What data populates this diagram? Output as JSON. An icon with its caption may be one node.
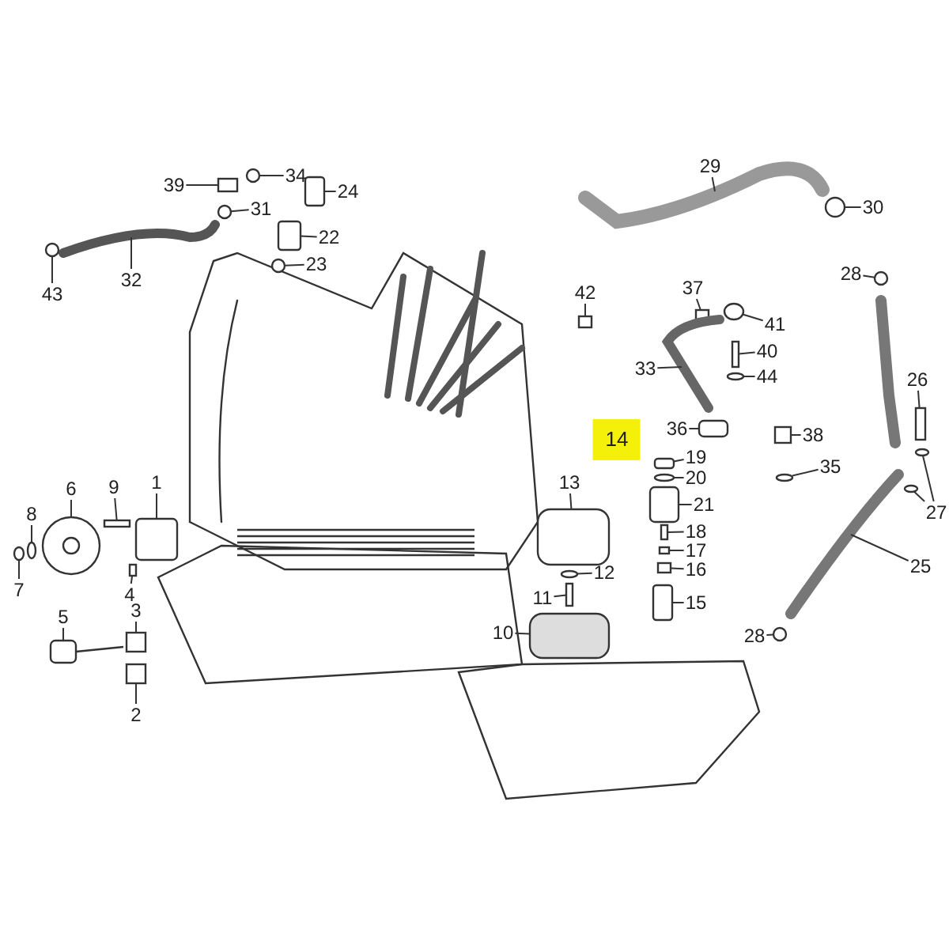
{
  "diagram": {
    "nodes": [
      {
        "text": [
          "29"
        ]
      },
      {
        "text": [
          "34"
        ]
      },
      {
        "text": [
          "39"
        ]
      },
      {
        "text": [
          "24"
        ]
      },
      {
        "text": [
          "31"
        ]
      },
      {
        "text": [
          "30"
        ]
      },
      {
        "text": [
          "22"
        ]
      },
      {
        "text": [
          "23"
        ]
      },
      {
        "text": [
          "28"
        ]
      },
      {
        "text": [
          "32"
        ]
      },
      {
        "text": [
          "42"
        ]
      },
      {
        "text": [
          "37"
        ]
      },
      {
        "text": [
          "43"
        ]
      },
      {
        "text": [
          "41"
        ]
      },
      {
        "text": [
          "40"
        ]
      },
      {
        "text": [
          "33"
        ]
      },
      {
        "text": [
          "44"
        ]
      },
      {
        "text": [
          "26"
        ]
      },
      {
        "text": [
          "36"
        ]
      },
      {
        "text": [
          "38"
        ]
      },
      {
        "text": [
          "19"
        ]
      },
      {
        "text": [
          "1"
        ]
      },
      {
        "text": [
          "6"
        ]
      },
      {
        "text": [
          "9"
        ]
      },
      {
        "text": [
          "13"
        ]
      },
      {
        "text": [
          "20"
        ]
      },
      {
        "text": [
          "35"
        ]
      },
      {
        "text": [
          "8"
        ]
      },
      {
        "text": [
          "21"
        ]
      },
      {
        "text": [
          "27"
        ]
      },
      {
        "text": [
          "25"
        ]
      },
      {
        "text": [
          "18"
        ]
      },
      {
        "text": [
          "17"
        ]
      },
      {
        "text": [
          "16"
        ]
      },
      {
        "text": [
          "7"
        ]
      },
      {
        "text": [
          "4"
        ]
      },
      {
        "text": [
          "11"
        ]
      },
      {
        "text": [
          "12"
        ]
      },
      {
        "text": [
          "15"
        ]
      },
      {
        "text": [
          "3"
        ]
      },
      {
        "text": [
          "5"
        ]
      },
      {
        "text": [
          "10"
        ]
      },
      {
        "text": [
          "28"
        ]
      },
      {
        "text": [
          "2"
        ]
      },
      {
        "text": [],
        "shape": "picture"
      },
      {
        "text": [],
        "shape": "circle"
      },
      {
        "text": [],
        "shape": "box"
      },
      {
        "text": [],
        "shape": "box"
      },
      {
        "text": [],
        "shape": "circle"
      },
      {
        "text": [],
        "shape": "circle"
      },
      {
        "text": [],
        "shape": "box"
      },
      {
        "text": [],
        "shape": "circle"
      },
      {
        "text": [],
        "shape": "circle"
      },
      {
        "text": [],
        "shape": "picture"
      },
      {
        "text": [],
        "shape": "box"
      },
      {
        "text": [],
        "shape": "box"
      },
      {
        "text": [],
        "shape": "circle"
      },
      {
        "text": [],
        "shape": "circle"
      },
      {
        "text": [],
        "shape": "box"
      },
      {
        "text": [],
        "shape": "picture"
      },
      {
        "text": [],
        "shape": "circle"
      },
      {
        "text": [],
        "shape": "box"
      },
      {
        "text": [],
        "shape": "box"
      },
      {
        "text": [],
        "shape": "box"
      },
      {
        "text": [],
        "shape": "box"
      },
      {
        "text": [],
        "shape": "box"
      },
      {
        "text": [],
        "shape": "picture"
      },
      {
        "text": [],
        "shape": "box"
      },
      {
        "text": [],
        "shape": "box"
      },
      {
        "text": [],
        "shape": "circle"
      },
      {
        "text": [],
        "shape": "circle"
      },
      {
        "text": [],
        "shape": "circle"
      },
      {
        "text": [],
        "shape": "box"
      },
      {
        "text": [],
        "shape": "circle"
      },
      {
        "text": [],
        "shape": "picture"
      },
      {
        "text": [],
        "shape": "box"
      },
      {
        "text": [],
        "shape": "box"
      },
      {
        "text": [],
        "shape": "box"
      },
      {
        "text": [],
        "shape": "circle"
      },
      {
        "text": [],
        "shape": "box"
      },
      {
        "text": [],
        "shape": "box"
      },
      {
        "text": [],
        "shape": "circle"
      },
      {
        "text": [],
        "shape": "box"
      },
      {
        "text": [],
        "shape": "box"
      },
      {
        "text": [],
        "shape": "picture"
      },
      {
        "text": [],
        "shape": "box"
      },
      {
        "text": [],
        "shape": "circle"
      },
      {
        "text": [],
        "shape": "box"
      },
      {
        "text": [],
        "shape": "circle"
      }
    ],
    "edges": [
      {
        "from": 0,
        "to": 44,
        "arrow": "none"
      },
      {
        "from": 1,
        "to": 45,
        "arrow": "none"
      },
      {
        "from": 2,
        "to": 46,
        "arrow": "none"
      },
      {
        "from": 3,
        "to": 47,
        "arrow": "none"
      },
      {
        "from": 4,
        "to": 48,
        "arrow": "none"
      },
      {
        "from": 5,
        "to": 49,
        "arrow": "none"
      },
      {
        "from": 6,
        "to": 50,
        "arrow": "none"
      },
      {
        "from": 7,
        "to": 51,
        "arrow": "none"
      },
      {
        "from": 8,
        "to": 52,
        "arrow": "none"
      },
      {
        "from": 9,
        "to": 53,
        "arrow": "none"
      },
      {
        "from": 10,
        "to": 54,
        "arrow": "none"
      },
      {
        "from": 11,
        "to": 55,
        "arrow": "none"
      },
      {
        "from": 12,
        "to": 56,
        "arrow": "none"
      },
      {
        "from": 13,
        "to": 57,
        "arrow": "none"
      },
      {
        "from": 14,
        "to": 58,
        "arrow": "none"
      },
      {
        "from": 15,
        "to": 59,
        "arrow": "none"
      },
      {
        "from": 16,
        "to": 60,
        "arrow": "none"
      },
      {
        "from": 17,
        "to": 61,
        "arrow": "none"
      },
      {
        "from": 18,
        "to": 62,
        "arrow": "none"
      },
      {
        "from": 19,
        "to": 63,
        "arrow": "none"
      },
      {
        "from": 20,
        "to": 64,
        "arrow": "none"
      },
      {
        "from": 21,
        "to": 65,
        "arrow": "none"
      },
      {
        "from": 22,
        "to": 66,
        "arrow": "none"
      },
      {
        "from": 23,
        "to": 67,
        "arrow": "none"
      },
      {
        "from": 24,
        "to": 68,
        "arrow": "none"
      },
      {
        "from": 25,
        "to": 69,
        "arrow": "none"
      },
      {
        "from": 26,
        "to": 70,
        "arrow": "none"
      },
      {
        "from": 27,
        "to": 71,
        "arrow": "none"
      },
      {
        "from": 28,
        "to": 72,
        "arrow": "none"
      },
      {
        "from": 29,
        "to": 73,
        "arrow": "none"
      },
      {
        "from": 29,
        "to": 88,
        "arrow": "none"
      },
      {
        "from": 30,
        "to": 74,
        "arrow": "none"
      },
      {
        "from": 31,
        "to": 75,
        "arrow": "none"
      },
      {
        "from": 32,
        "to": 76,
        "arrow": "none"
      },
      {
        "from": 33,
        "to": 77,
        "arrow": "none"
      },
      {
        "from": 34,
        "to": 78,
        "arrow": "none"
      },
      {
        "from": 35,
        "to": 79,
        "arrow": "none"
      },
      {
        "from": 36,
        "to": 80,
        "arrow": "none"
      },
      {
        "from": 37,
        "to": 81,
        "arrow": "none"
      },
      {
        "from": 38,
        "to": 82,
        "arrow": "none"
      },
      {
        "from": 39,
        "to": 83,
        "arrow": "none"
      },
      {
        "from": 40,
        "to": 84,
        "arrow": "none"
      },
      {
        "from": 41,
        "to": 85,
        "arrow": "none"
      },
      {
        "from": 42,
        "to": 86,
        "arrow": "none"
      },
      {
        "from": 43,
        "to": 87,
        "arrow": "none"
      }
    ],
    "labels": [
      "14"
    ]
  }
}
